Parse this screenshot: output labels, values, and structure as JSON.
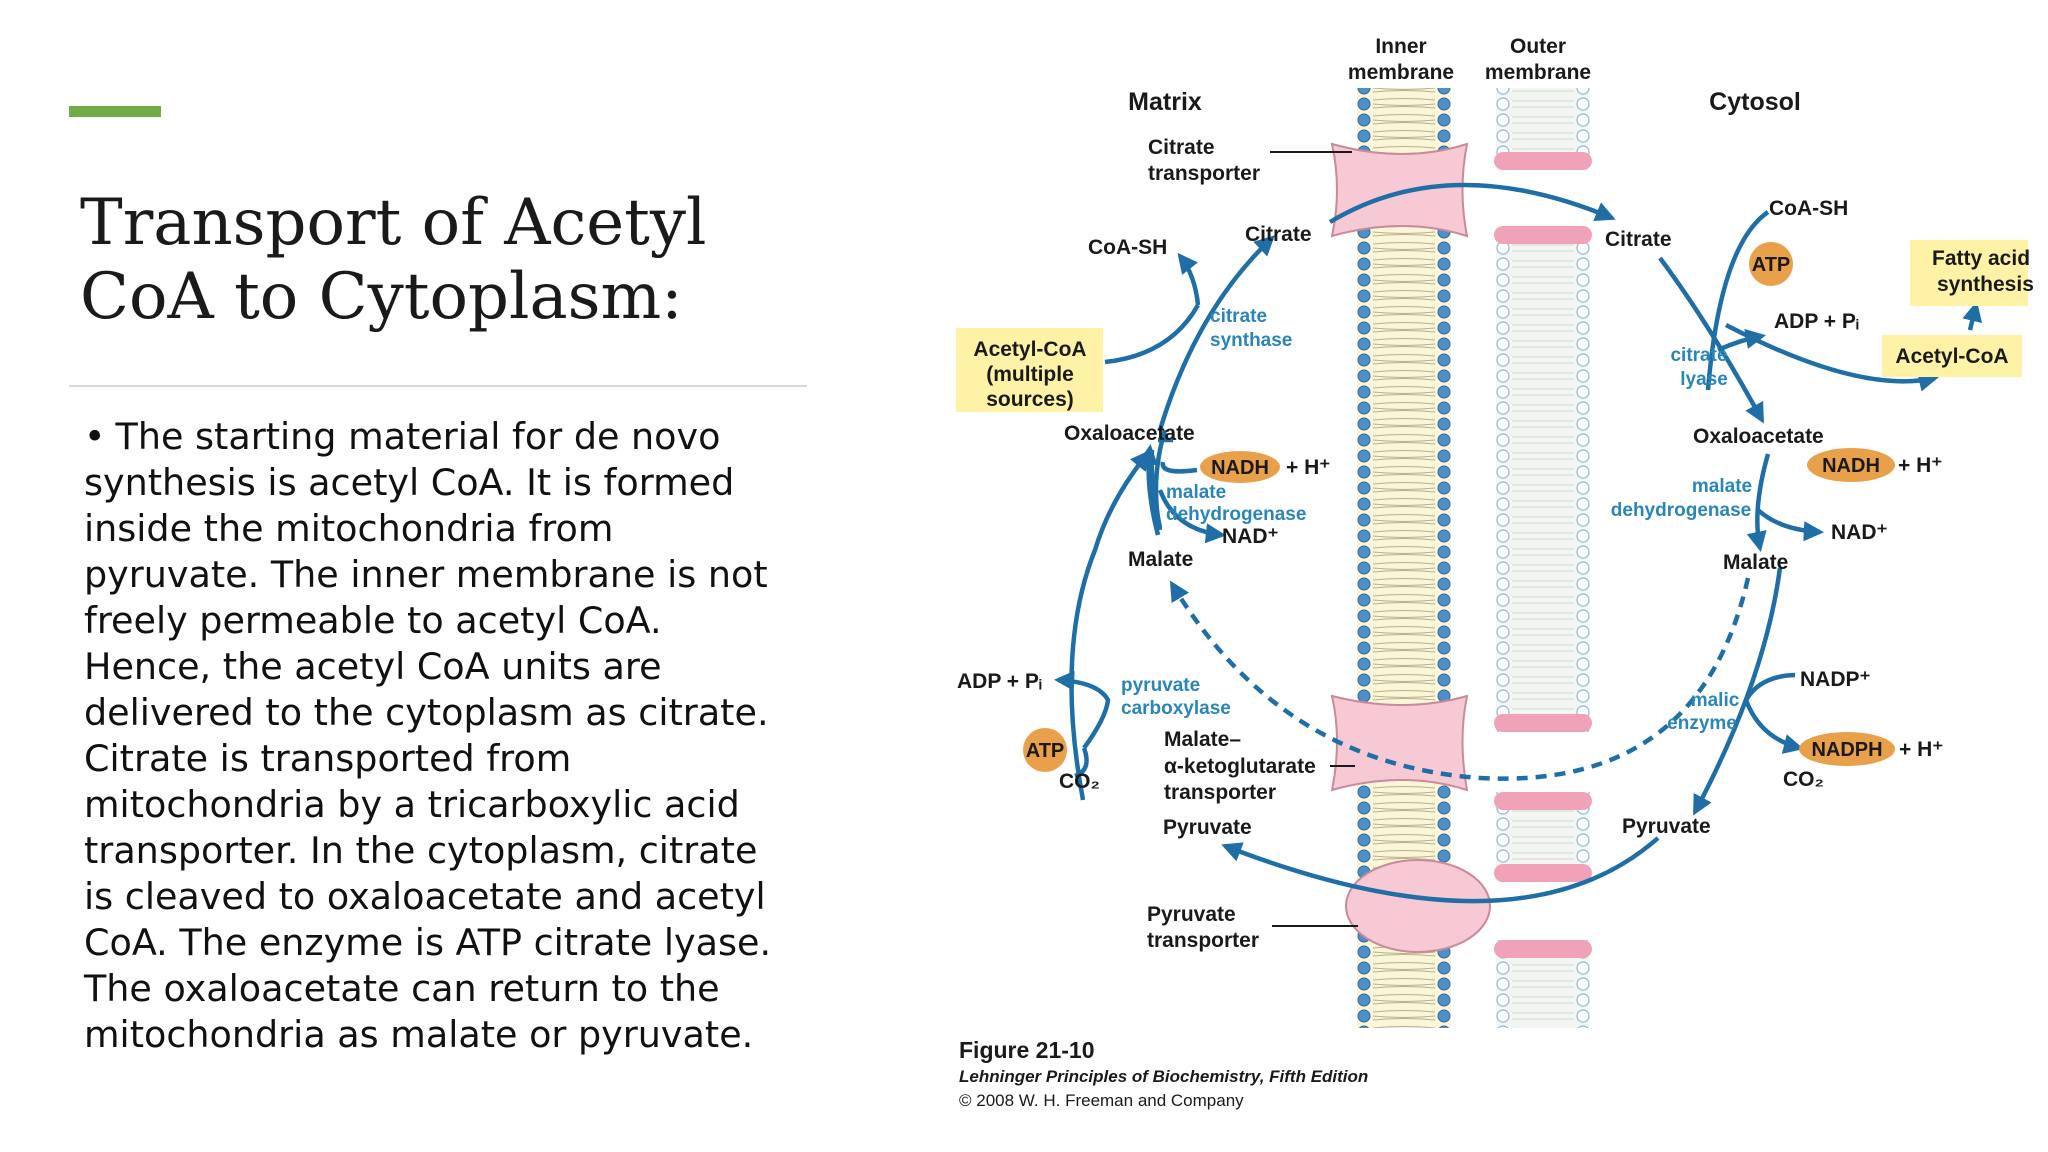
{
  "slide": {
    "title_lines": [
      "Transport of Acetyl",
      "CoA to Cytoplasm:"
    ],
    "bullet_char": "•",
    "body": "The starting material for de novo synthesis is acetyl CoA. It is formed inside the mitochondria from pyruvate. The inner membrane is not freely permeable to acetyl CoA. Hence, the acetyl CoA units are delivered to the cytoplasm as citrate. Citrate is transported from mitochondria by a tricarboxylic acid transporter. In the cytoplasm, citrate is cleaved to oxaloacetate and acetyl CoA.  The enzyme is ATP citrate lyase. The oxaloacetate can return to the mitochondria as malate or pyruvate."
  },
  "colors": {
    "accent": "#70ad47",
    "arrow_blue": "#1f6fa6",
    "enzyme_text": "#2a86b8",
    "box_yellow": "#fdf2a6",
    "pill_orange": "#e8a04a",
    "transporter_pink": "#f6c9d4",
    "inner_membrane_blue": "#4f8fc7",
    "outer_membrane": "#e9efe8"
  },
  "diagram": {
    "headers": {
      "inner_membrane": [
        "Inner",
        "membrane"
      ],
      "outer_membrane": [
        "Outer",
        "membrane"
      ],
      "matrix": "Matrix",
      "cytosol": "Cytosol"
    },
    "transporters": {
      "citrate": [
        "Citrate",
        "transporter"
      ],
      "malate_akg": [
        "Malate–",
        "α-ketoglutarate",
        "transporter"
      ],
      "pyruvate": [
        "Pyruvate",
        "transporter"
      ]
    },
    "matrix_labels": {
      "coa_sh": "CoA-SH",
      "citrate": "Citrate",
      "acetyl_coa_box": [
        "Acetyl-CoA",
        "(multiple",
        "sources)"
      ],
      "oxaloacetate": "Oxaloacetate",
      "nad": "NAD⁺",
      "malate": "Malate",
      "adp_pi": "ADP + Pᵢ",
      "co2": "CO₂",
      "pyruvate": "Pyruvate"
    },
    "matrix_enzymes": {
      "citrate_synthase": [
        "citrate",
        "synthase"
      ],
      "malate_dh": [
        "malate",
        "dehydrogenase"
      ],
      "pyruvate_carboxylase": [
        "pyruvate",
        "carboxylase"
      ]
    },
    "cytosol_labels": {
      "coa_sh": "CoA-SH",
      "citrate": "Citrate",
      "adp_pi": "ADP + Pᵢ",
      "fatty_acid_box": [
        "Fatty acid",
        "synthesis"
      ],
      "acetyl_coa_box": "Acetyl-CoA",
      "oxaloacetate": "Oxaloacetate",
      "nad": "NAD⁺",
      "malate": "Malate",
      "nadp": "NADP⁺",
      "co2": "CO₂",
      "pyruvate": "Pyruvate"
    },
    "cytosol_enzymes": {
      "citrate_lyase": [
        "citrate",
        "lyase"
      ],
      "malate_dh": [
        "malate",
        "dehydrogenase"
      ],
      "malic_enzyme": [
        "malic",
        "enzyme"
      ]
    },
    "pills": {
      "nadh": "NADH",
      "atp": "ATP",
      "nadph": "NADPH",
      "h_plus": "+ H⁺"
    },
    "caption": {
      "figure": "Figure 21-10",
      "book": "Lehninger Principles of Biochemistry, Fifth Edition",
      "copyright": "© 2008 W. H. Freeman and Company"
    }
  }
}
